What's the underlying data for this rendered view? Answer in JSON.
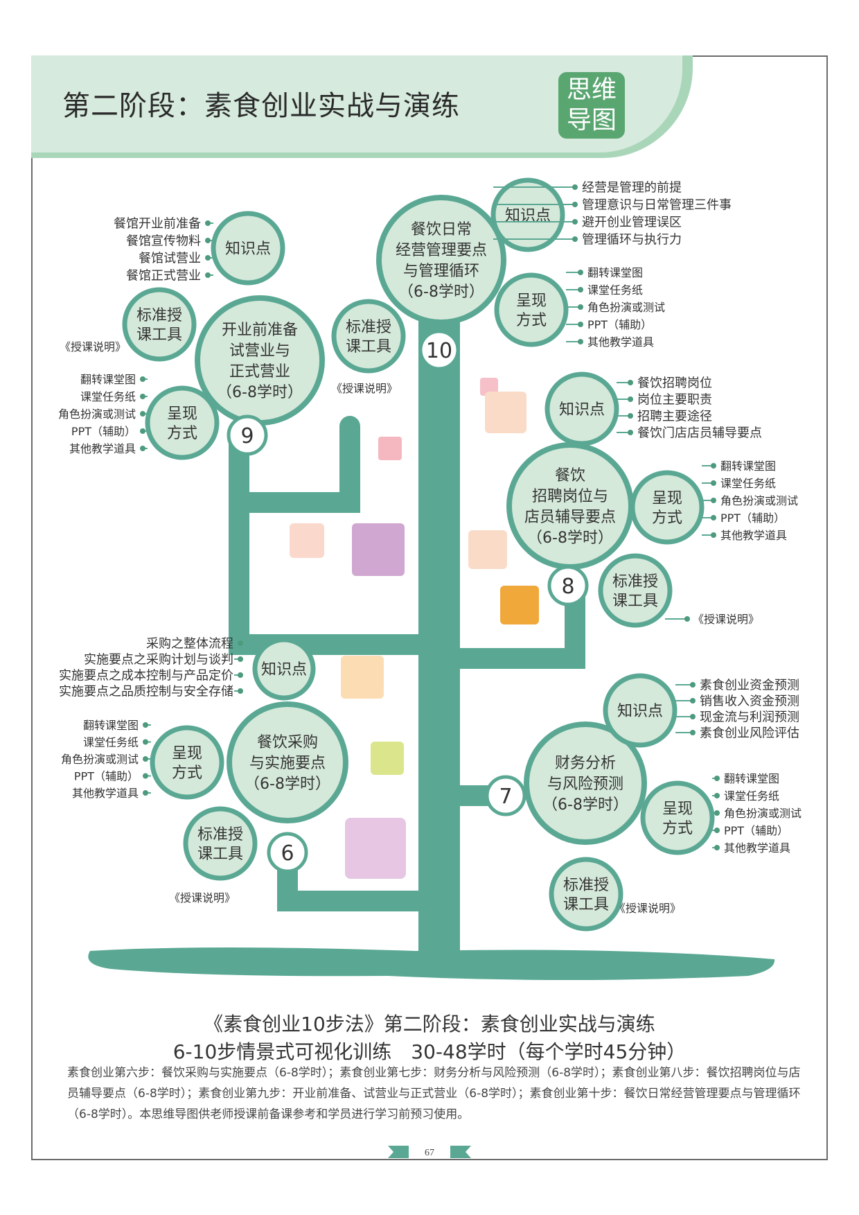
{
  "header": {
    "title": "第二阶段：素食创业实战与演练",
    "badge_line1": "思维",
    "badge_line2": "导图"
  },
  "colors": {
    "trunk": "#5aa893",
    "bubble_fill": "#d5e9da",
    "bubble_stroke": "#5aa893",
    "dot": "#4d9a7d",
    "badge": "#5aa671"
  },
  "steps": [
    {
      "number": "6",
      "title_lines": [
        "餐饮采购",
        "与实施要点",
        "（6-8学时）"
      ],
      "knowledge_label": [
        "知识点"
      ],
      "knowledge": [
        "采购之整体流程",
        "实施要点之采购计划与谈判",
        "实施要点之成本控制与产品定价",
        "实施要点之品质控制与安全存储"
      ],
      "present_label": [
        "呈现",
        "方式"
      ],
      "present": [
        "翻转课堂图",
        "课堂任务纸",
        "角色扮演或测试",
        "PPT（辅助）",
        "其他教学道具"
      ],
      "tools_label": [
        "标准授",
        "课工具"
      ],
      "tools_note": "《授课说明》"
    },
    {
      "number": "7",
      "title_lines": [
        "财务分析",
        "与风险预测",
        "（6-8学时）"
      ],
      "knowledge_label": [
        "知识点"
      ],
      "knowledge": [
        "素食创业资金预测",
        "销售收入资金预测",
        "现金流与利润预测",
        "素食创业风险评估"
      ],
      "present_label": [
        "呈现",
        "方式"
      ],
      "present": [
        "翻转课堂图",
        "课堂任务纸",
        "角色扮演或测试",
        "PPT（辅助）",
        "其他教学道具"
      ],
      "tools_label": [
        "标准授",
        "课工具"
      ],
      "tools_note": "《授课说明》"
    },
    {
      "number": "8",
      "title_lines": [
        "餐饮",
        "招聘岗位与",
        "店员辅导要点",
        "（6-8学时）"
      ],
      "knowledge_label": [
        "知识点"
      ],
      "knowledge": [
        "餐饮招聘岗位",
        "岗位主要职责",
        "招聘主要途径",
        "餐饮门店店员辅导要点"
      ],
      "present_label": [
        "呈现",
        "方式"
      ],
      "present": [
        "翻转课堂图",
        "课堂任务纸",
        "角色扮演或测试",
        "PPT（辅助）",
        "其他教学道具"
      ],
      "tools_label": [
        "标准授",
        "课工具"
      ],
      "tools_note": "《授课说明》"
    },
    {
      "number": "9",
      "title_lines": [
        "开业前准备",
        "试营业与",
        "正式营业",
        "（6-8学时）"
      ],
      "knowledge_label": [
        "知识点"
      ],
      "knowledge": [
        "餐馆开业前准备",
        "餐馆宣传物料",
        "餐馆试营业",
        "餐馆正式营业"
      ],
      "present_label": [
        "呈现",
        "方式"
      ],
      "present": [
        "翻转课堂图",
        "课堂任务纸",
        "角色扮演或测试",
        "PPT（辅助）",
        "其他教学道具"
      ],
      "tools_label": [
        "标准授",
        "课工具"
      ],
      "tools_note": "《授课说明》"
    },
    {
      "number": "10",
      "title_lines": [
        "餐饮日常",
        "经营管理要点",
        "与管理循环",
        "（6-8学时）"
      ],
      "knowledge_label": [
        "知识点"
      ],
      "knowledge": [
        "经营是管理的前提",
        "管理意识与日常管理三件事",
        "避开创业管理误区",
        "管理循环与执行力"
      ],
      "present_label": [
        "呈现",
        "方式"
      ],
      "present": [
        "翻转课堂图",
        "课堂任务纸",
        "角色扮演或测试",
        "PPT（辅助）",
        "其他教学道具"
      ],
      "tools_label": [
        "标准授",
        "课工具"
      ],
      "tools_note": "《授课说明》"
    }
  ],
  "footer": {
    "title1": "《素食创业10步法》第二阶段：素食创业实战与演练",
    "title2": "6-10步情景式可视化训练　30-48学时（每个学时45分钟）",
    "description": "素食创业第六步：餐饮采购与实施要点（6-8学时）；素食创业第七步：财务分析与风险预测（6-8学时）；素食创业第八步：餐饮招聘岗位与店员辅导要点（6-8学时）；素食创业第九步：开业前准备、试营业与正式营业（6-8学时）；素食创业第十步：餐饮日常经营管理要点与管理循环（6-8学时）。本思维导图供老师授课前备课参考和学员进行学习前预习使用。",
    "page_number": "67"
  }
}
